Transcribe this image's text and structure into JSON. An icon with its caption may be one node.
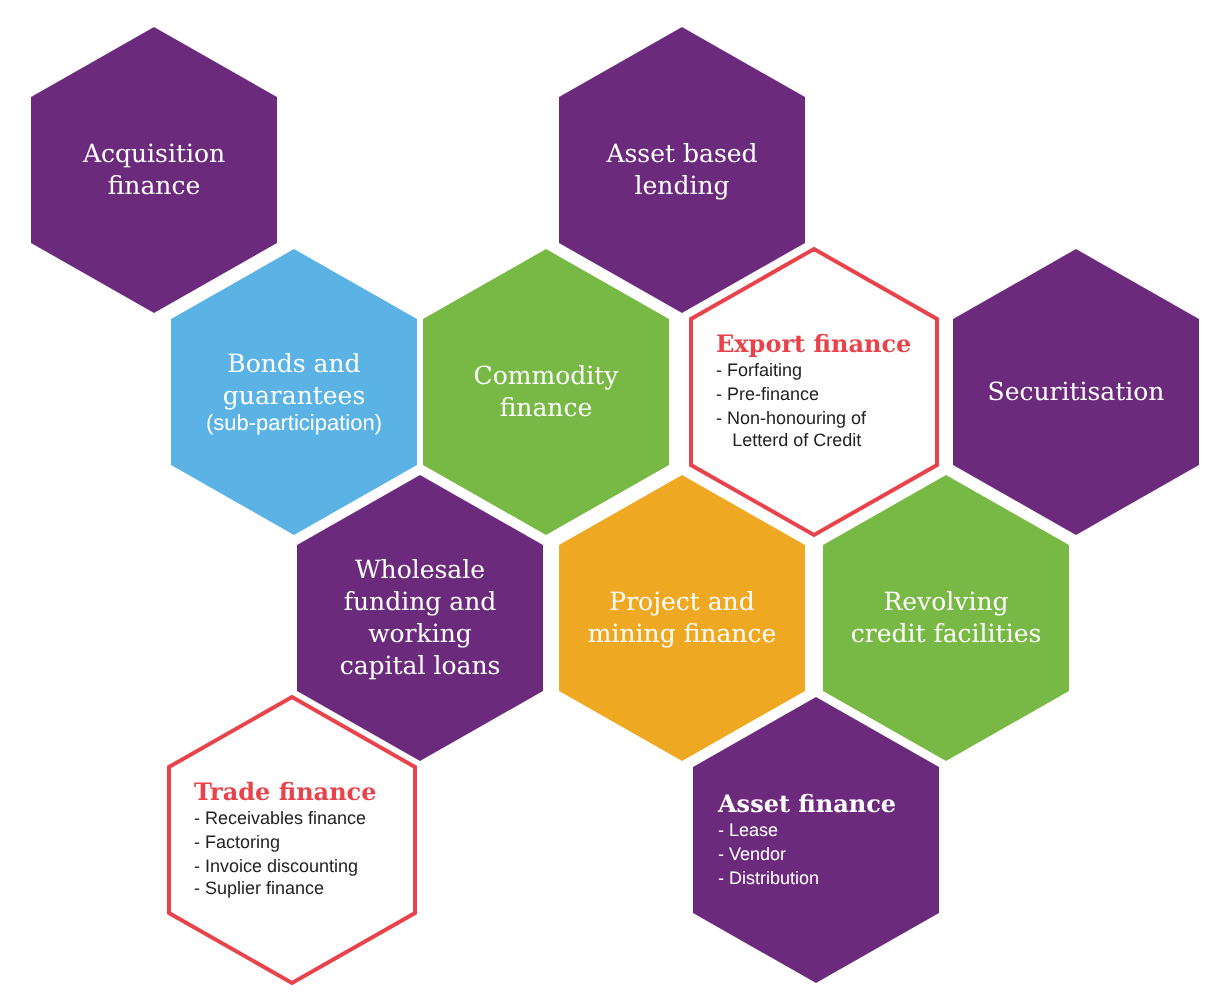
{
  "diagram": {
    "nodes": [
      {
        "text": [
          "Acquisition finance"
        ]
      },
      {
        "text": [
          "Asset based lending"
        ]
      },
      {
        "text": [
          "Bonds and guarantees",
          "(sub-participation)"
        ]
      },
      {
        "text": [
          "Commodity finance"
        ]
      },
      {
        "text": [
          "Export finance",
          "- Forfaiting",
          "- Pre-finance",
          "- Non-honouring of Letterd of Credit"
        ]
      },
      {
        "text": [
          "Securitisation"
        ]
      },
      {
        "text": [
          "Wholesale funding and working capital loans"
        ]
      },
      {
        "text": [
          "Project and mining finance"
        ]
      },
      {
        "text": [
          "Revolving credit facilities"
        ]
      },
      {
        "text": [
          "Trade finance",
          "- Receivables finance",
          "- Factoring",
          "- Invoice discounting",
          "- Suplier finance"
        ]
      },
      {
        "text": [
          "Asset finance",
          "- Lease",
          "- Vendor",
          "- Distribution"
        ]
      }
    ]
  }
}
